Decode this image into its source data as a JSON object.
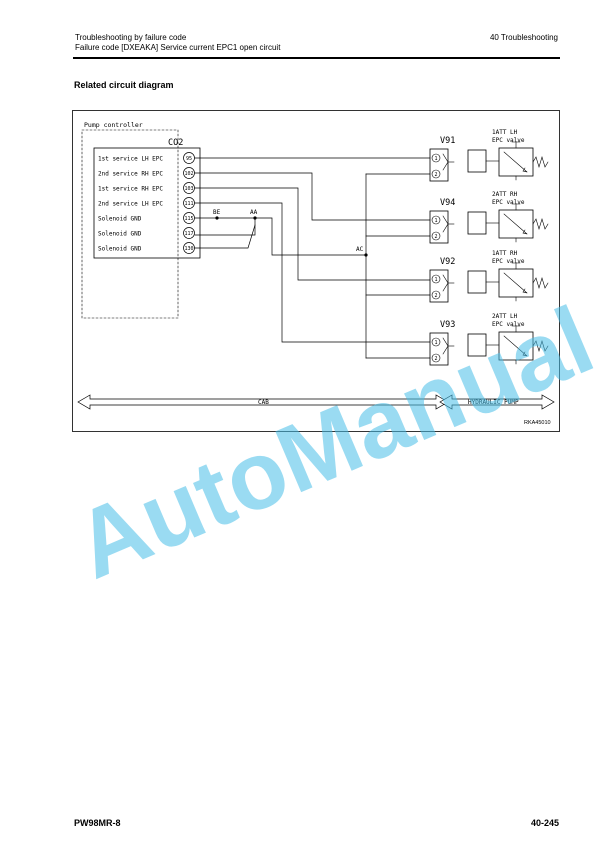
{
  "header": {
    "line1": "Troubleshooting by failure code",
    "line2": "Failure code [DXEAKA] Service current EPC1 open circuit",
    "right": "40 Troubleshooting"
  },
  "section_title": "Related circuit diagram",
  "diagram": {
    "controller_label": "Pump controller",
    "connector": "CO2",
    "pins": [
      {
        "label": "1st service LH EPC",
        "pin": "95"
      },
      {
        "label": "2nd service RH EPC",
        "pin": "102"
      },
      {
        "label": "1st service RH EPC",
        "pin": "103"
      },
      {
        "label": "2nd service LH EPC",
        "pin": "111"
      },
      {
        "label": "Solenoid GND",
        "pin": "115"
      },
      {
        "label": "Solenoid GND",
        "pin": "117"
      },
      {
        "label": "Solenoid GND",
        "pin": "130"
      }
    ],
    "junctions": [
      "BE",
      "AA",
      "AC"
    ],
    "valves": [
      {
        "conn": "V91",
        "name1": "1ATT LH",
        "name2": "EPC valve"
      },
      {
        "conn": "V94",
        "name1": "2ATT RH",
        "name2": "EPC valve"
      },
      {
        "conn": "V92",
        "name1": "1ATT RH",
        "name2": "EPC valve"
      },
      {
        "conn": "V93",
        "name1": "2ATT LH",
        "name2": "EPC valve"
      }
    ],
    "valve_pin1": "1",
    "valve_pin2": "2",
    "cab_label": "CAB",
    "pump_label": "HYDRAULIC PUMP",
    "ref": "RKA45010"
  },
  "watermark": "AutoManual",
  "footer": {
    "model": "PW98MR-8",
    "page": "40-245"
  },
  "colors": {
    "watermark": "#47bee8"
  }
}
